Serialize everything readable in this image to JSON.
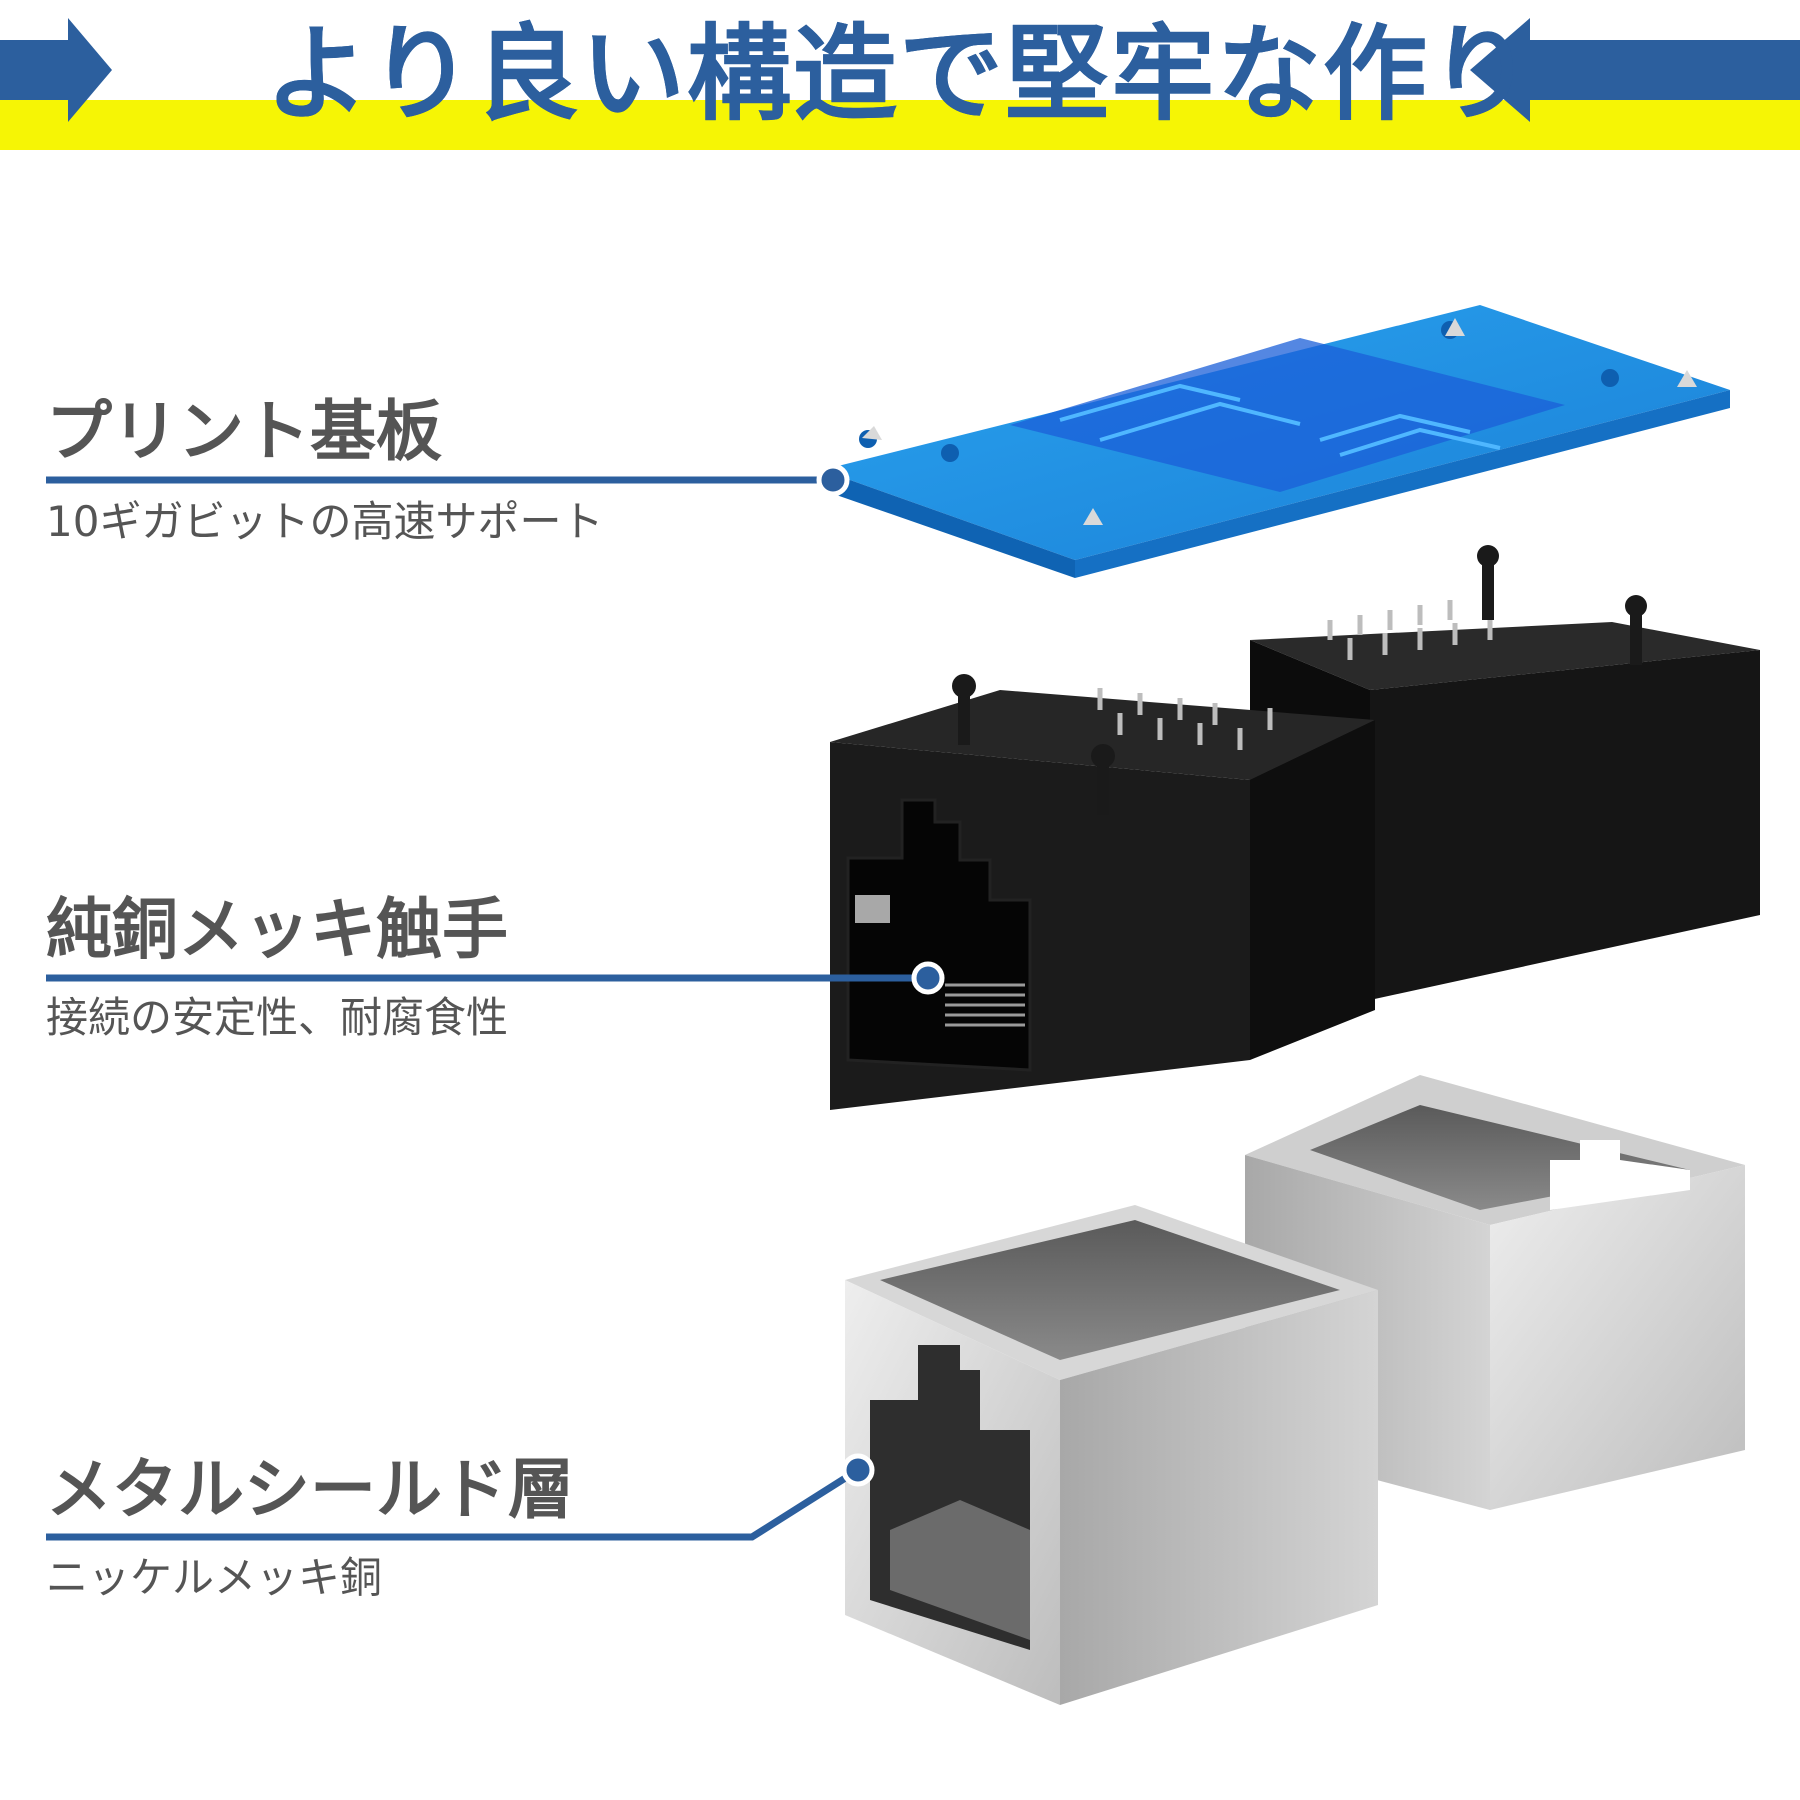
{
  "banner": {
    "title": "より良い構造で堅牢な作り",
    "colors": {
      "blue": "#2c5f9e",
      "yellow": "#f6f505"
    }
  },
  "features": [
    {
      "title": "プリント基板",
      "subtitle": "10ギガビットの高速サポート"
    },
    {
      "title": "純銅メッキ触手",
      "subtitle": "接続の安定性、耐腐食性"
    },
    {
      "title": "メタルシールド層",
      "subtitle": "ニッケルメッキ銅"
    }
  ],
  "colors": {
    "line": "#2c5f9e",
    "pcb": "#1e8fe0",
    "jack": "#141414",
    "shield": "#c9c9c9",
    "text": "#555555"
  }
}
